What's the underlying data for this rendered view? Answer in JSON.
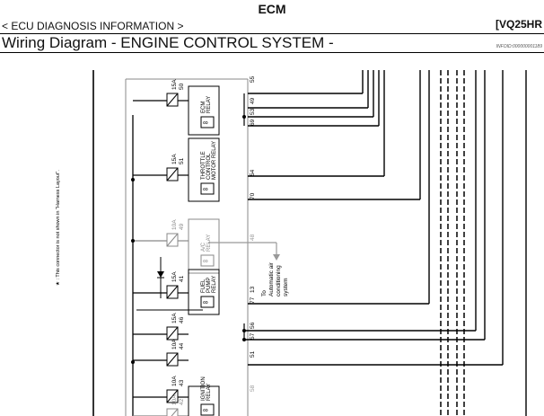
{
  "header": {
    "section": "ECM",
    "breadcrumb": "< ECU DIAGNOSIS INFORMATION >",
    "model": "[VQ25HR",
    "title": "Wiring Diagram - ENGINE CONTROL SYSTEM -",
    "info_id": "INFOID:000000001189"
  },
  "diagram": {
    "side_note": "★ : This connector is not shown in \"Harness Layout\".",
    "fuses": [
      {
        "amp": "15A",
        "num": "50"
      },
      {
        "amp": "15A",
        "num": "51"
      },
      {
        "amp": "10A",
        "num": "49"
      },
      {
        "amp": "15A",
        "num": "41"
      },
      {
        "amp": "15A",
        "num": "46"
      },
      {
        "amp": "10A",
        "num": "44"
      },
      {
        "amp": "10A",
        "num": "43"
      },
      {
        "amp": "10A",
        "num": "42"
      }
    ],
    "relays": [
      {
        "line1": "ECM",
        "line2": "RELAY",
        "line3": ""
      },
      {
        "line1": "THROTTLE",
        "line2": "CONTROL",
        "line3": "MOTOR RELAY"
      },
      {
        "line1": "A/C",
        "line2": "RELAY",
        "line3": ""
      },
      {
        "line1": "FUEL",
        "line2": "PUMP",
        "line3": "RELAY"
      },
      {
        "line1": "IGNITION",
        "line2": "RELAY",
        "line3": ""
      }
    ],
    "pins": [
      "55",
      "49",
      "53",
      "69",
      "54",
      "70",
      "48",
      "13",
      "77",
      "56",
      "57",
      "51",
      "58"
    ],
    "note_to": "To",
    "note_dest": "Automatic air",
    "note_dest2": "conditioning",
    "note_dest3": "system"
  }
}
